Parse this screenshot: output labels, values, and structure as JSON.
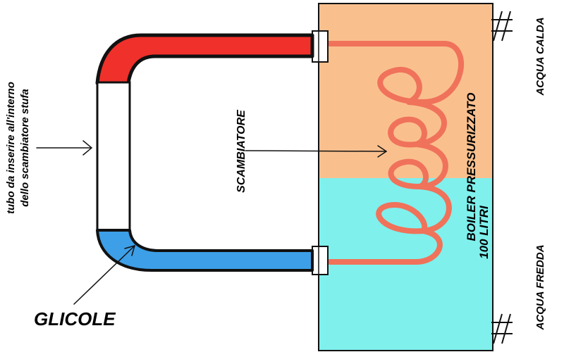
{
  "labels": {
    "tube_line1": "tubo da inserire all'interno",
    "tube_line2": "dello scambiatore stufa",
    "exchanger": "SCAMBIATORE",
    "boiler_line1": "BOILER PRESSURIZZATO",
    "boiler_line2": "100 LITRI",
    "hot_water": "ACQUA CALDA",
    "cold_water": "ACQUA FREDDA",
    "glycol": "GLICOLE"
  },
  "colors": {
    "hot_pipe": "#f0302a",
    "cold_pipe": "#3d9fe8",
    "boiler_top": "#f9c08e",
    "boiler_bottom": "#7ff0ec",
    "coil": "#f0725a",
    "outline": "#111111"
  }
}
